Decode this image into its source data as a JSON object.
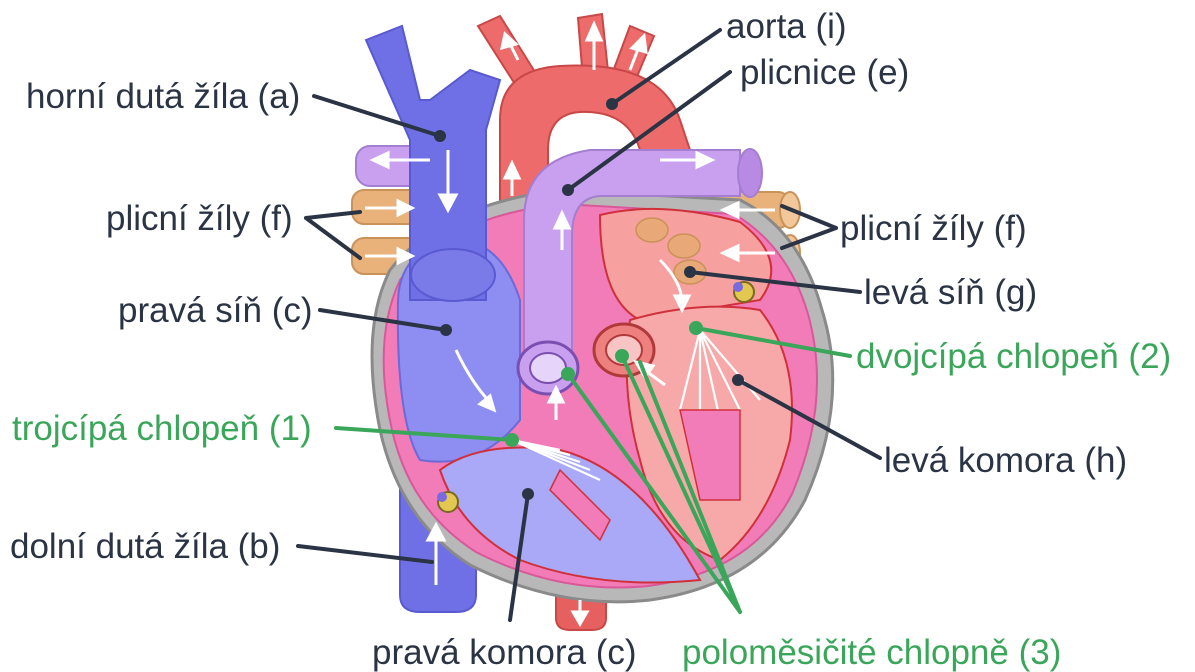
{
  "labels": {
    "horni_duta_zila": "horní dutá žíla (a)",
    "aorta": "aorta (i)",
    "plicnice": "plicnice (e)",
    "plicni_zily_left": "plicní žíly (f)",
    "plicni_zily_right": "plicní žíly (f)",
    "prava_sin": "pravá síň (c)",
    "leva_sin": "levá síň (g)",
    "dvojcipa": "dvojcípá chlopeň (2)",
    "trojcipa": "trojcípá chlopeň (1)",
    "leva_komora": "levá komora (h)",
    "dolni_duta_zila": "dolní dutá žíla (b)",
    "prava_komora": "pravá komora (c)",
    "polomesicite": "poloměsičité chlopně (3)"
  },
  "colors": {
    "label_dark": "#2b3445",
    "label_green": "#3aa65a",
    "vein_blue": "#8080f0",
    "artery_red": "#ee6b6b",
    "pulmonary_violet": "#c9a0f0",
    "pulmonary_vein_tan": "#e8b27a",
    "myocardium_pink": "#f27cb8",
    "wall_grey": "#9a9a9a"
  }
}
